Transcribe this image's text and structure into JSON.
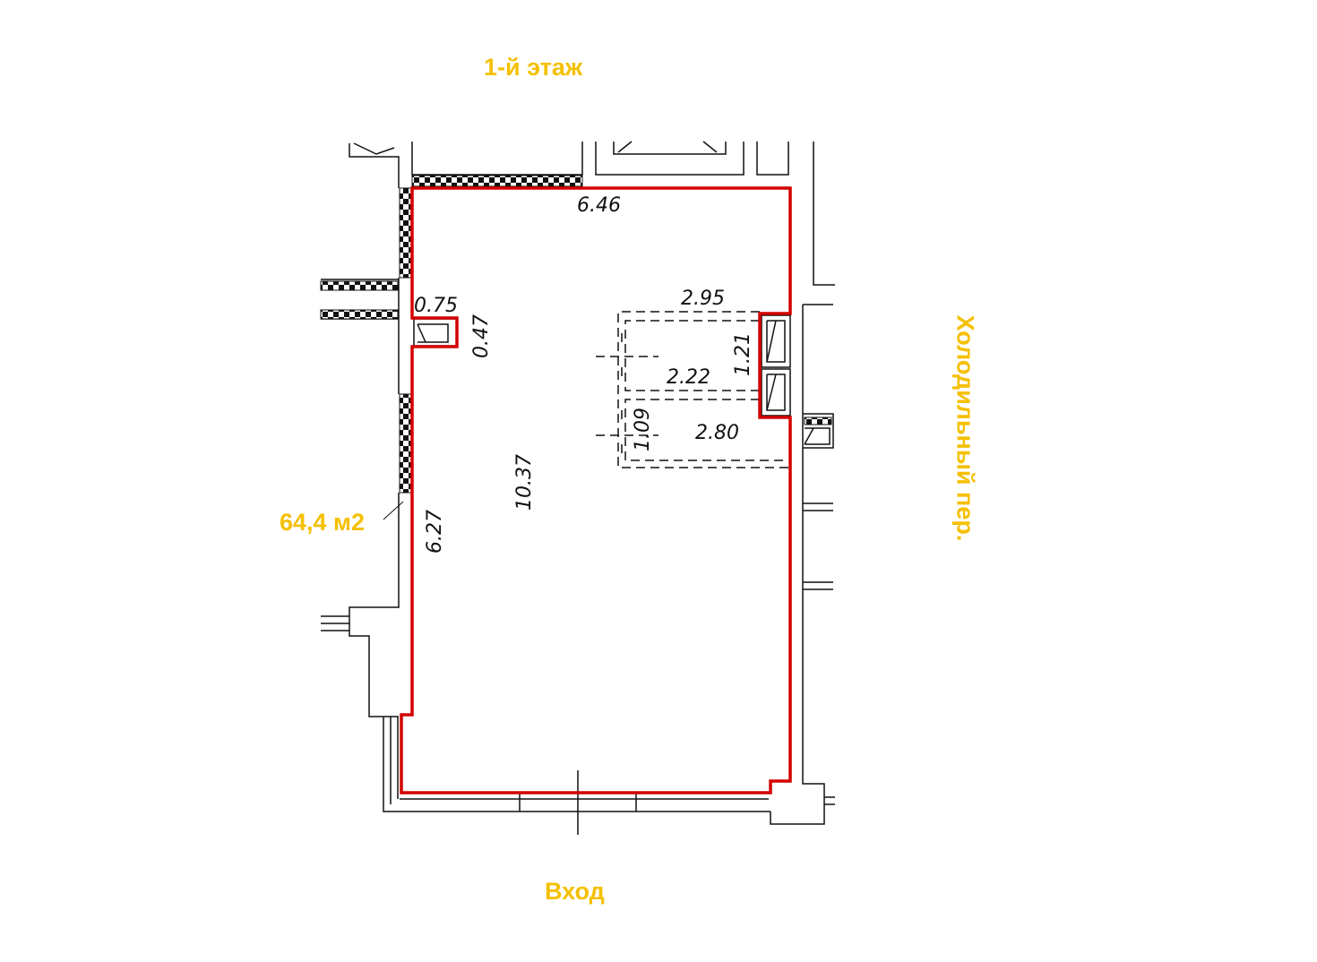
{
  "labels": {
    "floor": "1-й этаж",
    "entrance": "Вход",
    "area": "64,4 м2",
    "street": "Холодильный пер."
  },
  "dimensions": {
    "top_width": "6.46",
    "niche_left_width": "0.75",
    "niche_left_depth": "0.47",
    "stair_width_top": "2.95",
    "stair_height_top": "1.21",
    "stair_width_mid": "2.22",
    "stair_height_bottom": "1.09",
    "stair_width_bottom": "2.80",
    "room_length": "10.37",
    "lower_left_wall": "6.27"
  },
  "colors": {
    "label": "#f5c000",
    "outline": "#d40000",
    "lines": "#111111"
  }
}
